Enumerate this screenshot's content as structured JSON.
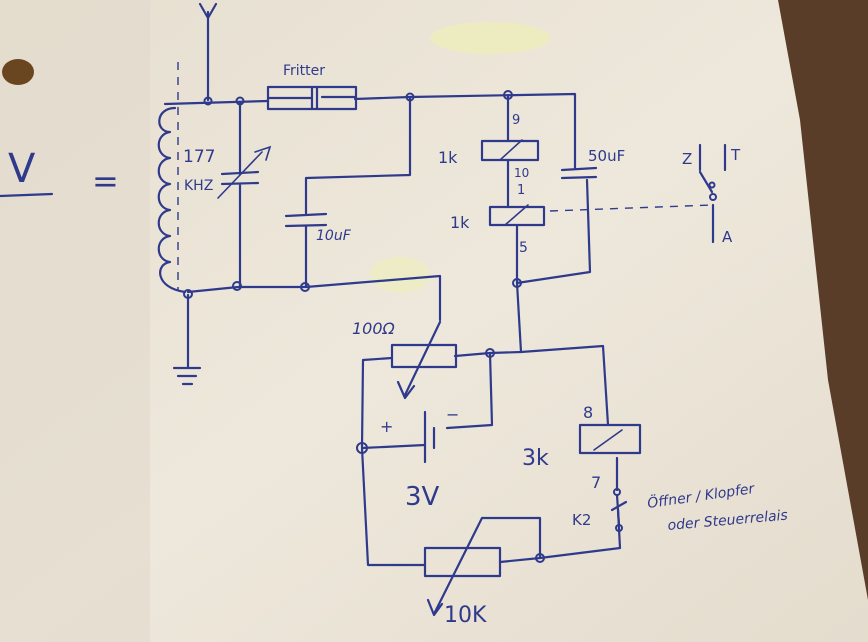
{
  "left_margin": {
    "symbol": "V",
    "equals": "="
  },
  "components": {
    "fritter": "Fritter",
    "coil_freq_value": "177",
    "coil_freq_unit": "KHZ",
    "cap_10uf": "10uF",
    "cap_50uf": "50uF",
    "relay1_coil_a": "1k",
    "relay1_coil_b": "1k",
    "pin_9": "9",
    "pin_10": "10",
    "pin_1": "1",
    "pin_5": "5",
    "pot_100": "100Ω",
    "battery_plus": "+",
    "battery_minus": "−",
    "battery_voltage": "3V",
    "relay2_coil": "3k",
    "pin_8": "8",
    "pin_7": "7",
    "contact_k2": "K2",
    "pot_10k": "10K",
    "note_line1": "Öffner / Klopfer",
    "note_line2": "oder Steuerrelais",
    "switch_z": "Z",
    "switch_t": "T",
    "switch_a": "A"
  },
  "colors": {
    "ink": "#2f3a8c",
    "paper": "#ebe5d8",
    "wood": "#5a3d28"
  }
}
